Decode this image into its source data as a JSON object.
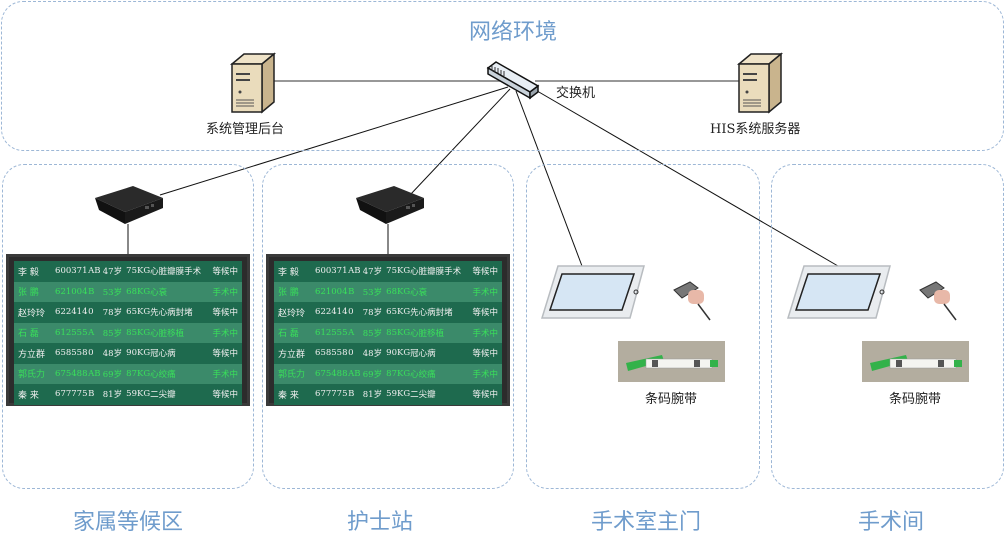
{
  "network": {
    "title": "网络环境",
    "nodes": {
      "admin_server": "系统管理后台",
      "switch": "交换机",
      "his_server": "HIS系统服务器"
    }
  },
  "zones": [
    {
      "label": "家属等候区"
    },
    {
      "label": "护士站"
    },
    {
      "label": "手术室主门"
    },
    {
      "label": "手术间"
    }
  ],
  "wristband_label": "条码腕带",
  "colors": {
    "accent_blue": "#6f9ccc",
    "row_waiting": "#1e6a4e",
    "row_surgery": "#3b8a6a",
    "text_surgery": "#39e05a"
  },
  "board": {
    "rows": [
      {
        "name": "李 毅",
        "id": "600371",
        "blood": "AB",
        "age": "47岁",
        "weight": "75KG",
        "diagnosis": "心脏瓣膜手术",
        "status": "等候中",
        "state": "waiting"
      },
      {
        "name": "张 鹏",
        "id": "621004",
        "blood": "B",
        "age": "53岁",
        "weight": "68KG",
        "diagnosis": "心衰",
        "status": "手术中",
        "state": "surgery"
      },
      {
        "name": "赵玲玲",
        "id": "622414",
        "blood": "0",
        "age": "78岁",
        "weight": "65KG",
        "diagnosis": "先心病封堵",
        "status": "等候中",
        "state": "waiting"
      },
      {
        "name": "石 磊",
        "id": "612555",
        "blood": "A",
        "age": "85岁",
        "weight": "85KG",
        "diagnosis": "心脏移植",
        "status": "手术中",
        "state": "surgery"
      },
      {
        "name": "方立群",
        "id": "658558",
        "blood": "0",
        "age": "48岁",
        "weight": "90KG",
        "diagnosis": "冠心病",
        "status": "等候中",
        "state": "waiting"
      },
      {
        "name": "郭氏力",
        "id": "675488",
        "blood": "AB",
        "age": "69岁",
        "weight": "87KG",
        "diagnosis": "心绞痛",
        "status": "手术中",
        "state": "surgery"
      },
      {
        "name": "秦 来",
        "id": "677775",
        "blood": "B",
        "age": "81岁",
        "weight": "59KG",
        "diagnosis": "二尖瓣",
        "status": "等候中",
        "state": "waiting"
      }
    ]
  }
}
